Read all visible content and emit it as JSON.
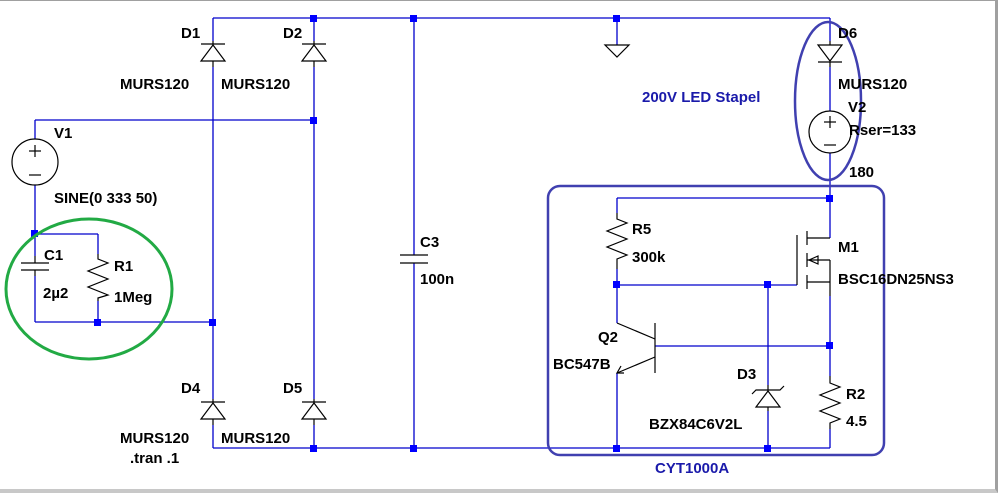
{
  "components": {
    "D1": {
      "ref": "D1",
      "value": "MURS120"
    },
    "D2": {
      "ref": "D2",
      "value": "MURS120"
    },
    "D4": {
      "ref": "D4",
      "value": "MURS120"
    },
    "D5": {
      "ref": "D5",
      "value": "MURS120"
    },
    "D6": {
      "ref": "D6",
      "value": "MURS120"
    },
    "D3": {
      "ref": "D3",
      "value": "BZX84C6V2L"
    },
    "V1": {
      "ref": "V1",
      "value": "SINE(0 333 50)"
    },
    "V2": {
      "ref": "V2",
      "param": "Rser=133",
      "value": "180"
    },
    "C1": {
      "ref": "C1",
      "value": "2µ2"
    },
    "R1": {
      "ref": "R1",
      "value": "1Meg"
    },
    "C3": {
      "ref": "C3",
      "value": "100n"
    },
    "R5": {
      "ref": "R5",
      "value": "300k"
    },
    "Q2": {
      "ref": "Q2",
      "value": "BC547B"
    },
    "M1": {
      "ref": "M1",
      "value": "BSC16DN25NS3"
    },
    "R2": {
      "ref": "R2",
      "value": "4.5"
    }
  },
  "directive": ".tran .1",
  "annotations": {
    "led_stack": "200V LED Stapel",
    "ccr_block": "CYT1000A"
  },
  "colors": {
    "wire": "#0000cc",
    "symbol": "#000000",
    "annotation_text": "#1a1aaa",
    "led_highlight": "#4040b0",
    "ccr_box": "#4040b0",
    "rc_highlight": "#22aa44"
  }
}
